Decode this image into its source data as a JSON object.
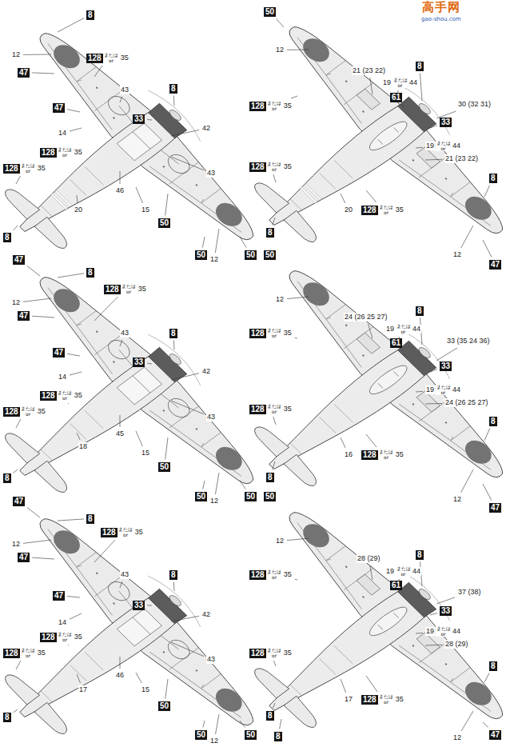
{
  "diagram": {
    "labels": [
      "高手网",
      "gao-shou.com",
      "8",
      "12",
      "47",
      "128",
      "または or",
      "35",
      "43",
      "8",
      "33",
      "47",
      "42",
      "14",
      "43",
      "128",
      "または or",
      "35",
      "128",
      "または or",
      "35",
      "46",
      "20",
      "15",
      "50",
      "8",
      "50",
      "12",
      "50",
      "50",
      "12",
      "21 (23 22)",
      "19",
      "または or",
      "44",
      "8",
      "61",
      "128",
      "または or",
      "35",
      "30 (32 31)",
      "33",
      "19",
      "または or",
      "44",
      "21 (23 22)",
      "128",
      "または or",
      "35",
      "20",
      "128",
      "または or",
      "35",
      "8",
      "8",
      "50",
      "12",
      "47",
      "47",
      "8",
      "12",
      "47",
      "128",
      "または or",
      "35",
      "43",
      "8",
      "33",
      "47",
      "42",
      "14",
      "43",
      "128",
      "または or",
      "35",
      "128",
      "または or",
      "35",
      "45",
      "18",
      "15",
      "50",
      "8",
      "50",
      "12",
      "50",
      "12",
      "24 (26 25 27)",
      "19",
      "または or",
      "44",
      "8",
      "61",
      "128",
      "または or",
      "35",
      "33 (35 24 36)",
      "33",
      "19",
      "または or",
      "44",
      "24 (26 25 27)",
      "128",
      "または or",
      "35",
      "16",
      "128",
      "または or",
      "35",
      "8",
      "8",
      "50",
      "12",
      "47",
      "47",
      "8",
      "12",
      "47",
      "128",
      "または or",
      "35",
      "43",
      "8",
      "33",
      "47",
      "42",
      "14",
      "43",
      "128",
      "または or",
      "35",
      "128",
      "または or",
      "35",
      "46",
      "17",
      "15",
      "50",
      "8",
      "50",
      "12",
      "50",
      "12",
      "28 (29)",
      "19",
      "または or",
      "44",
      "8",
      "61",
      "128",
      "または or",
      "35",
      "37 (38)",
      "33",
      "19",
      "または or",
      "44",
      "28 (29)",
      "128",
      "または or",
      "35",
      "17",
      "128",
      "または or",
      "35",
      "8",
      "8",
      "8",
      "12",
      "47"
    ]
  }
}
